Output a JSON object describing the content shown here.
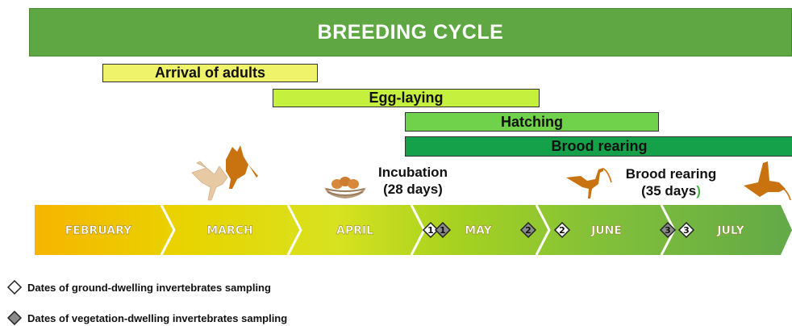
{
  "title": "BREEDING CYCLE",
  "phases": {
    "arrival": "Arrival of adults",
    "egg_laying": "Egg-laying",
    "hatching": "Hatching",
    "brood_rearing": "Brood rearing"
  },
  "annotations": {
    "incubation_line1": "Incubation",
    "incubation_line2": "(28 days)",
    "brood_line1": "Brood rearing",
    "brood_line2": "(35 days",
    "brood_paren": ")"
  },
  "months": [
    "FEBRUARY",
    "MARCH",
    "APRIL",
    "MAY",
    "JUNE",
    "JULY"
  ],
  "sampling_markers": {
    "ground": [
      "1",
      "2",
      "3"
    ],
    "vegetation": [
      "1",
      "2",
      "3"
    ]
  },
  "legend": {
    "ground": "Dates of ground-dwelling invertebrates sampling",
    "vegetation": "Dates of vegetation-dwelling invertebrates sampling"
  },
  "colors": {
    "banner": "#5fa743",
    "arrival": "#eef36a",
    "egg_laying": "#c6f03e",
    "hatching": "#6fd24a",
    "brood_rearing": "#15a14a",
    "month_feb": "#f6b500",
    "month_jul": "#6aa84f",
    "marker_vegetation": "#8a8a8a",
    "bird": "#c8730f"
  }
}
